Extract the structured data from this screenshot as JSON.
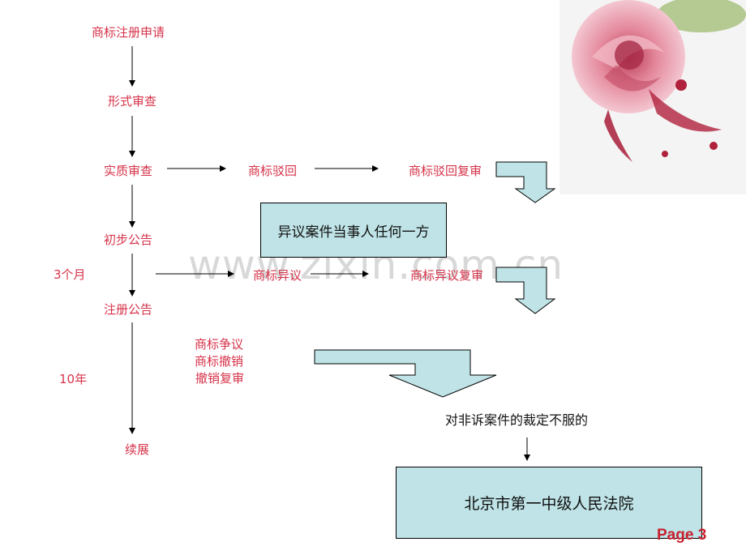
{
  "flow": {
    "steps": [
      "商标注册申请",
      "形式审查",
      "实质审查",
      "初步公告",
      "注册公告",
      "续展"
    ],
    "period_3m": "3个月",
    "period_10y": "10年",
    "rejection": {
      "reject": "商标驳回",
      "reject_review": "商标驳回复审"
    },
    "opposition": {
      "oppose": "商标异议",
      "oppose_review": "商标异议复审"
    },
    "post_registration": [
      "商标争议",
      "商标撤销",
      "撤销复审"
    ],
    "opposition_party_box": "异议案件当事人任何一方",
    "non_litigation": "对非诉案件的裁定不服的",
    "court_box": "北京市第一中级人民法院"
  },
  "watermark": "www.zixin.com.cn",
  "page_label": "Page 3",
  "colors": {
    "accent_text": "#d6334a",
    "box_fill": "#bfe3e6",
    "page_label": "#c8202f"
  }
}
